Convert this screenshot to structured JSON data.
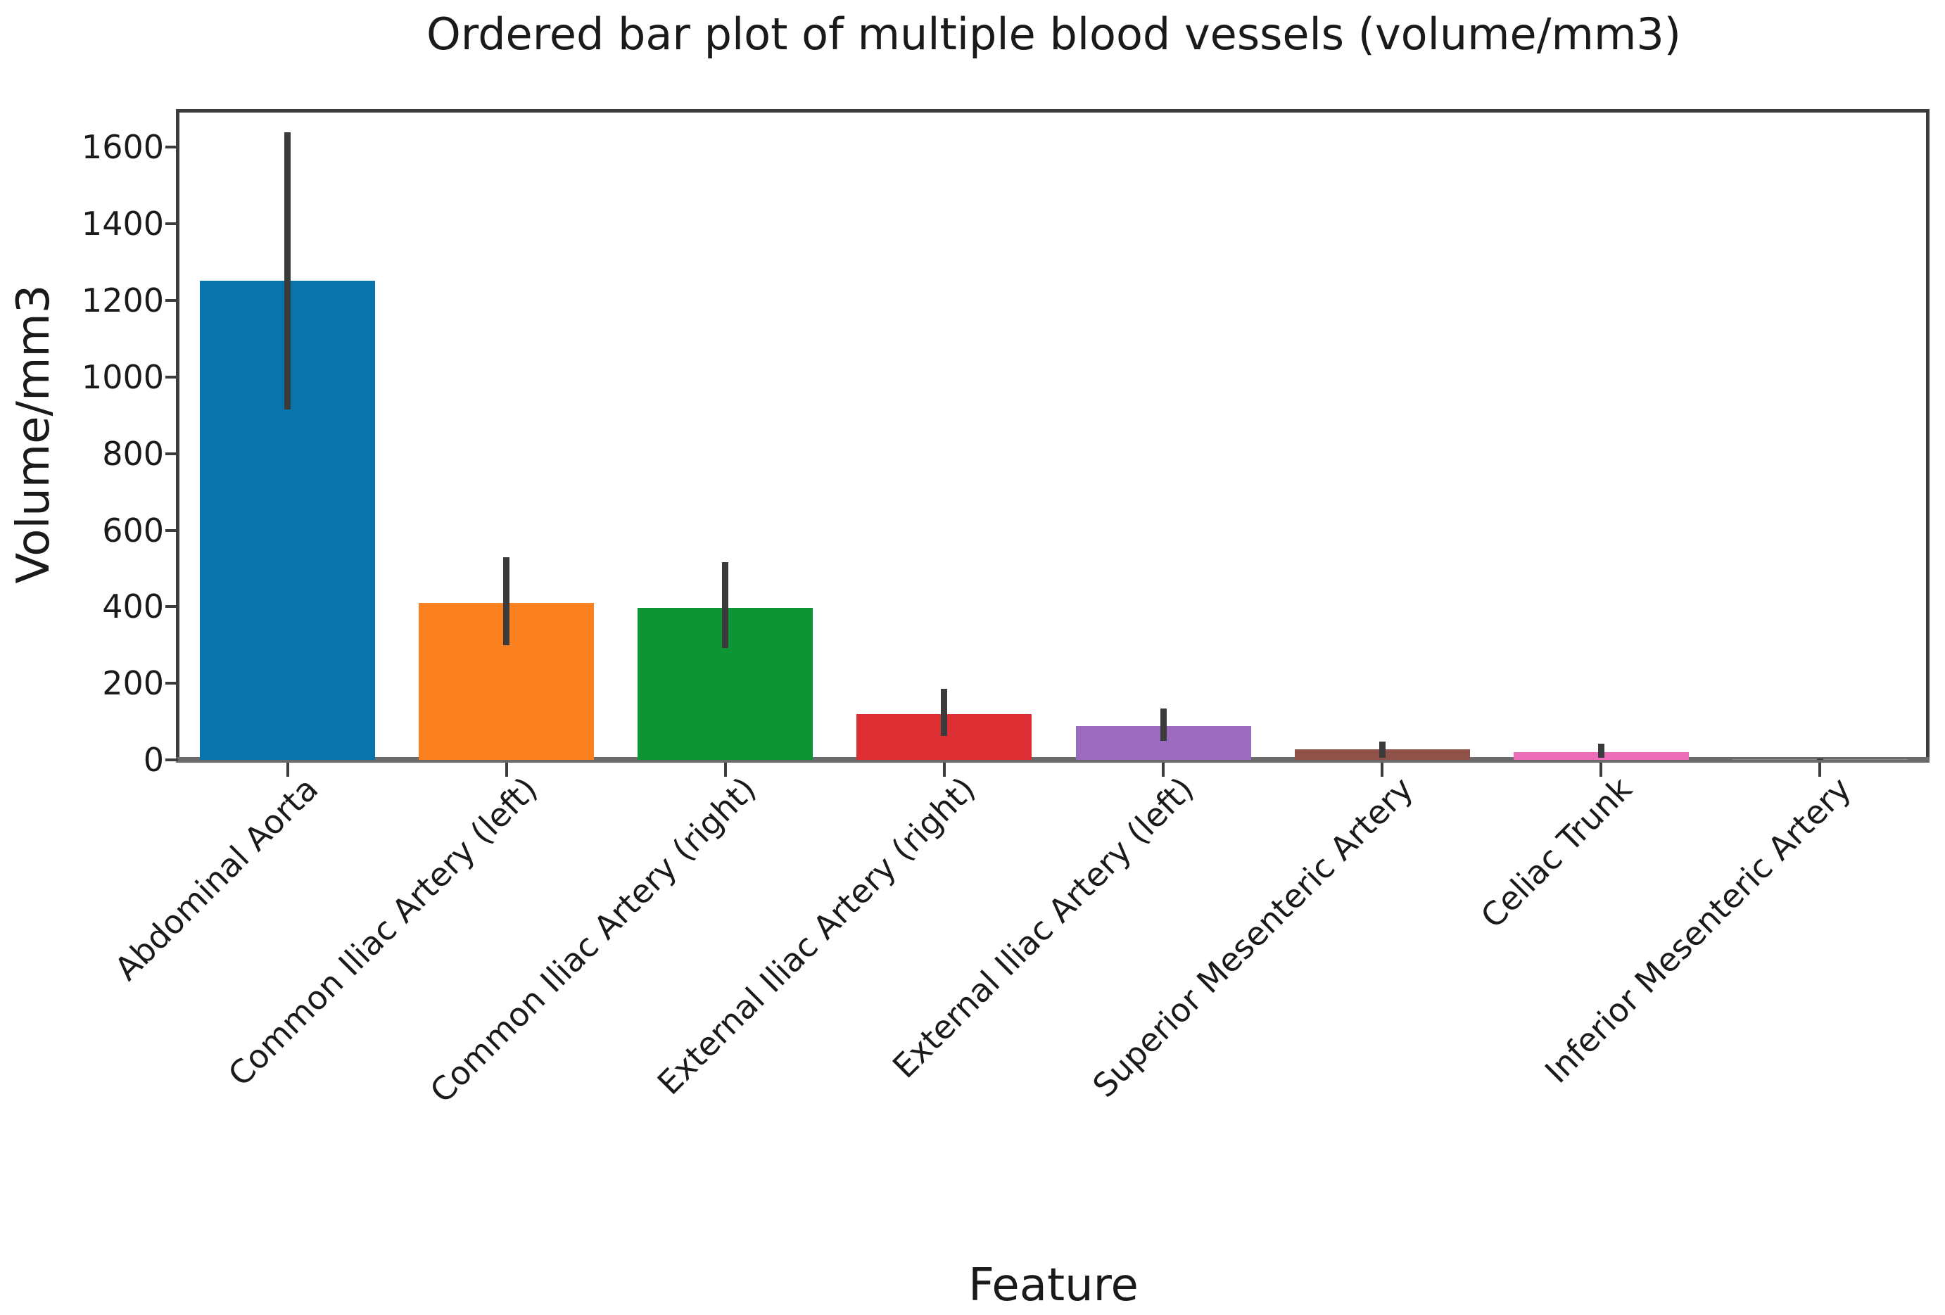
{
  "figure": {
    "title": "Ordered bar plot of multiple blood vessels (volume/mm3)",
    "xlabel": "Feature",
    "ylabel": "Volume/mm3"
  },
  "chart_data": {
    "type": "bar",
    "title": "Ordered bar plot of multiple blood vessels (volume/mm3)",
    "xlabel": "Feature",
    "ylabel": "Volume/mm3",
    "grid": false,
    "legend": null,
    "ylim": [
      0,
      1700
    ],
    "yticks": [
      0,
      200,
      400,
      600,
      800,
      1000,
      1200,
      1400,
      1600
    ],
    "categories": [
      "Abdominal Aorta",
      "Common Iliac Artery (left)",
      "Common Iliac Artery (right)",
      "External Iliac Artery (right)",
      "External Iliac Artery (left)",
      "Superior Mesenteric Artery",
      "Celiac Trunk",
      "Inferior Mesenteric Artery"
    ],
    "values": [
      1252,
      410,
      397,
      120,
      88,
      28,
      20,
      2
    ],
    "error_low": [
      915,
      300,
      293,
      62,
      49,
      6,
      5,
      0
    ],
    "error_high": [
      1640,
      530,
      517,
      186,
      135,
      48,
      43,
      4
    ],
    "bar_colors": [
      "#0a73ab",
      "#fb8120",
      "#0d9434",
      "#dd2e33",
      "#9a6bbf",
      "#8f5349",
      "#ee6db8",
      "#8c8c8c"
    ],
    "error_color": "#3b3b3b",
    "bar_width_frac": 0.8
  }
}
